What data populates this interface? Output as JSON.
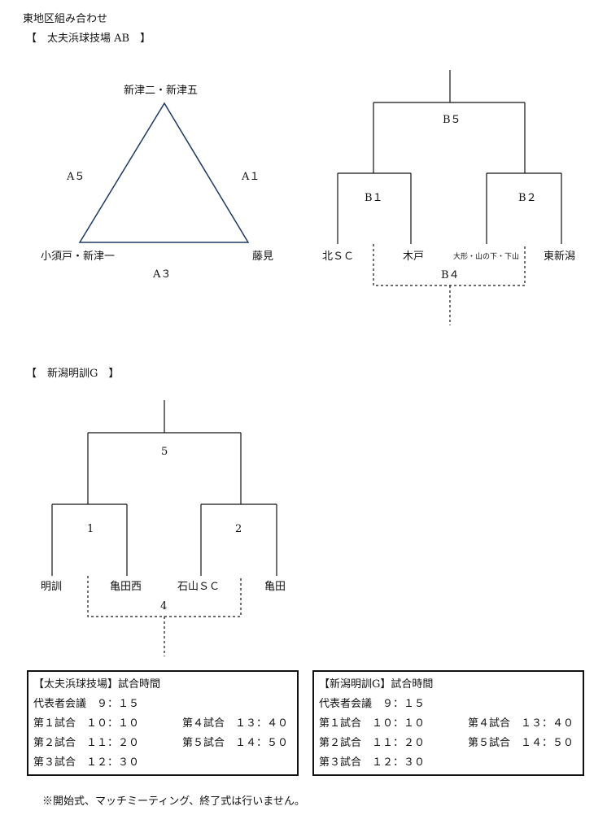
{
  "page_title": "東地区組み合わせ",
  "section_ab": {
    "heading": "【　太夫浜球技場 AB　】",
    "triangle": {
      "top_team": "新津二・新津五",
      "left_team": "小須戸・新津一",
      "right_team": "藤見",
      "left_edge": "A５",
      "right_edge": "A１",
      "bottom_edge": "A３"
    },
    "bracket": {
      "final": "B５",
      "semi_left": "B１",
      "semi_right": "B２",
      "consolation": "B４",
      "teams": [
        "北ＳＣ",
        "木戸",
        "大形・山の下・下山",
        "東新潟"
      ]
    }
  },
  "section_g": {
    "heading": "【　新潟明訓G　】",
    "bracket": {
      "final": "5",
      "semi_left": "1",
      "semi_right": "2",
      "consolation": "4",
      "teams": [
        "明訓",
        "亀田西",
        "石山ＳＣ",
        "亀田"
      ]
    }
  },
  "schedules": [
    {
      "title": "【太夫浜球技場】試合時間",
      "meeting": "代表者会議　９：１５",
      "matches": [
        "第１試合　１０：１０",
        "第２試合　１１：２０",
        "第３試合　１２：３０",
        "第４試合　１３：４０",
        "第５試合　１４：５０"
      ]
    },
    {
      "title": "【新潟明訓G】試合時間",
      "meeting": "代表者会議　９：１５",
      "matches": [
        "第１試合　１０：１０",
        "第２試合　１１：２０",
        "第３試合　１２：３０",
        "第４試合　１３：４０",
        "第５試合　１４：５０"
      ]
    }
  ],
  "footnote": "※開始式、マッチミーティング、終了式は行いません。",
  "colors": {
    "triangle_stroke": "#1f3864",
    "line": "#111111"
  }
}
